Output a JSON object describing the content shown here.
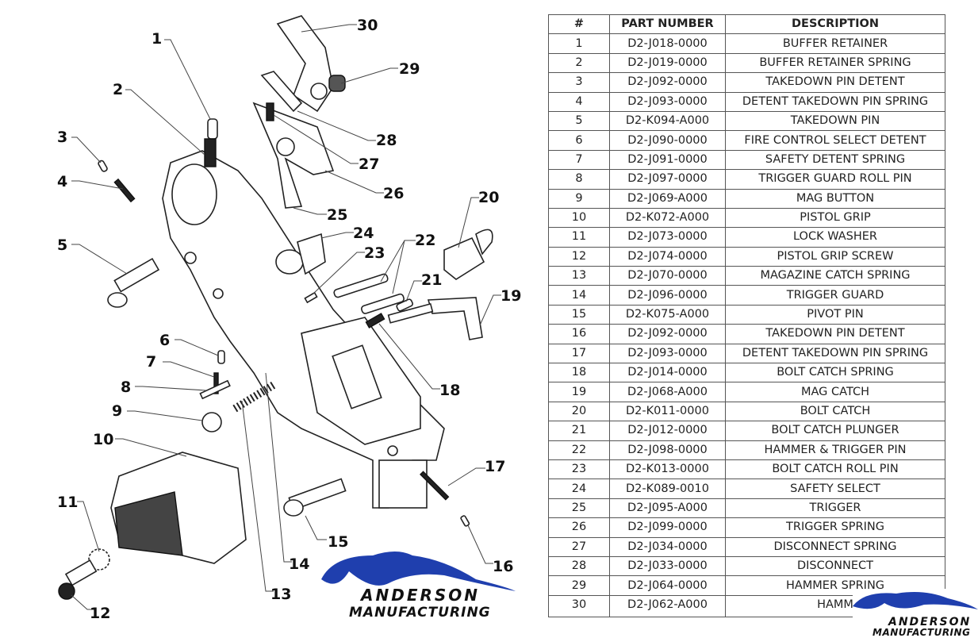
{
  "diagram": {
    "callouts": [
      "1",
      "2",
      "3",
      "4",
      "5",
      "6",
      "7",
      "8",
      "9",
      "10",
      "11",
      "12",
      "13",
      "14",
      "15",
      "16",
      "17",
      "18",
      "19",
      "20",
      "21",
      "22",
      "23",
      "24",
      "25",
      "26",
      "27",
      "28",
      "29",
      "30"
    ],
    "logo": {
      "line1": "ANDERSON",
      "line2": "MANUFACTURING",
      "color": "#1f3fae"
    }
  },
  "table": {
    "headers": [
      "#",
      "PART NUMBER",
      "DESCRIPTION"
    ],
    "rows": [
      [
        "1",
        "D2-J018-0000",
        "BUFFER RETAINER"
      ],
      [
        "2",
        "D2-J019-0000",
        "BUFFER RETAINER SPRING"
      ],
      [
        "3",
        "D2-J092-0000",
        "TAKEDOWN PIN DETENT"
      ],
      [
        "4",
        "D2-J093-0000",
        "DETENT TAKEDOWN PIN SPRING"
      ],
      [
        "5",
        "D2-K094-A000",
        "TAKEDOWN PIN"
      ],
      [
        "6",
        "D2-J090-0000",
        "FIRE CONTROL SELECT DETENT"
      ],
      [
        "7",
        "D2-J091-0000",
        "SAFETY DETENT SPRING"
      ],
      [
        "8",
        "D2-J097-0000",
        "TRIGGER GUARD ROLL PIN"
      ],
      [
        "9",
        "D2-J069-A000",
        "MAG BUTTON"
      ],
      [
        "10",
        "D2-K072-A000",
        "PISTOL GRIP"
      ],
      [
        "11",
        "D2-J073-0000",
        "LOCK WASHER"
      ],
      [
        "12",
        "D2-J074-0000",
        "PISTOL GRIP SCREW"
      ],
      [
        "13",
        "D2-J070-0000",
        "MAGAZINE CATCH SPRING"
      ],
      [
        "14",
        "D2-J096-0000",
        "TRIGGER GUARD"
      ],
      [
        "15",
        "D2-K075-A000",
        "PIVOT PIN"
      ],
      [
        "16",
        "D2-J092-0000",
        "TAKEDOWN PIN DETENT"
      ],
      [
        "17",
        "D2-J093-0000",
        "DETENT TAKEDOWN PIN SPRING"
      ],
      [
        "18",
        "D2-J014-0000",
        "BOLT CATCH SPRING"
      ],
      [
        "19",
        "D2-J068-A000",
        "MAG CATCH"
      ],
      [
        "20",
        "D2-K011-0000",
        "BOLT CATCH"
      ],
      [
        "21",
        "D2-J012-0000",
        "BOLT CATCH PLUNGER"
      ],
      [
        "22",
        "D2-J098-0000",
        "HAMMER & TRIGGER PIN"
      ],
      [
        "23",
        "D2-K013-0000",
        "BOLT CATCH ROLL PIN"
      ],
      [
        "24",
        "D2-K089-0010",
        "SAFETY SELECT"
      ],
      [
        "25",
        "D2-J095-A000",
        "TRIGGER"
      ],
      [
        "26",
        "D2-J099-0000",
        "TRIGGER SPRING"
      ],
      [
        "27",
        "D2-J034-0000",
        "DISCONNECT SPRING"
      ],
      [
        "28",
        "D2-J033-0000",
        "DISCONNECT"
      ],
      [
        "29",
        "D2-J064-0000",
        "HAMMER SPRING"
      ],
      [
        "30",
        "D2-J062-A000",
        "HAMM"
      ]
    ]
  }
}
